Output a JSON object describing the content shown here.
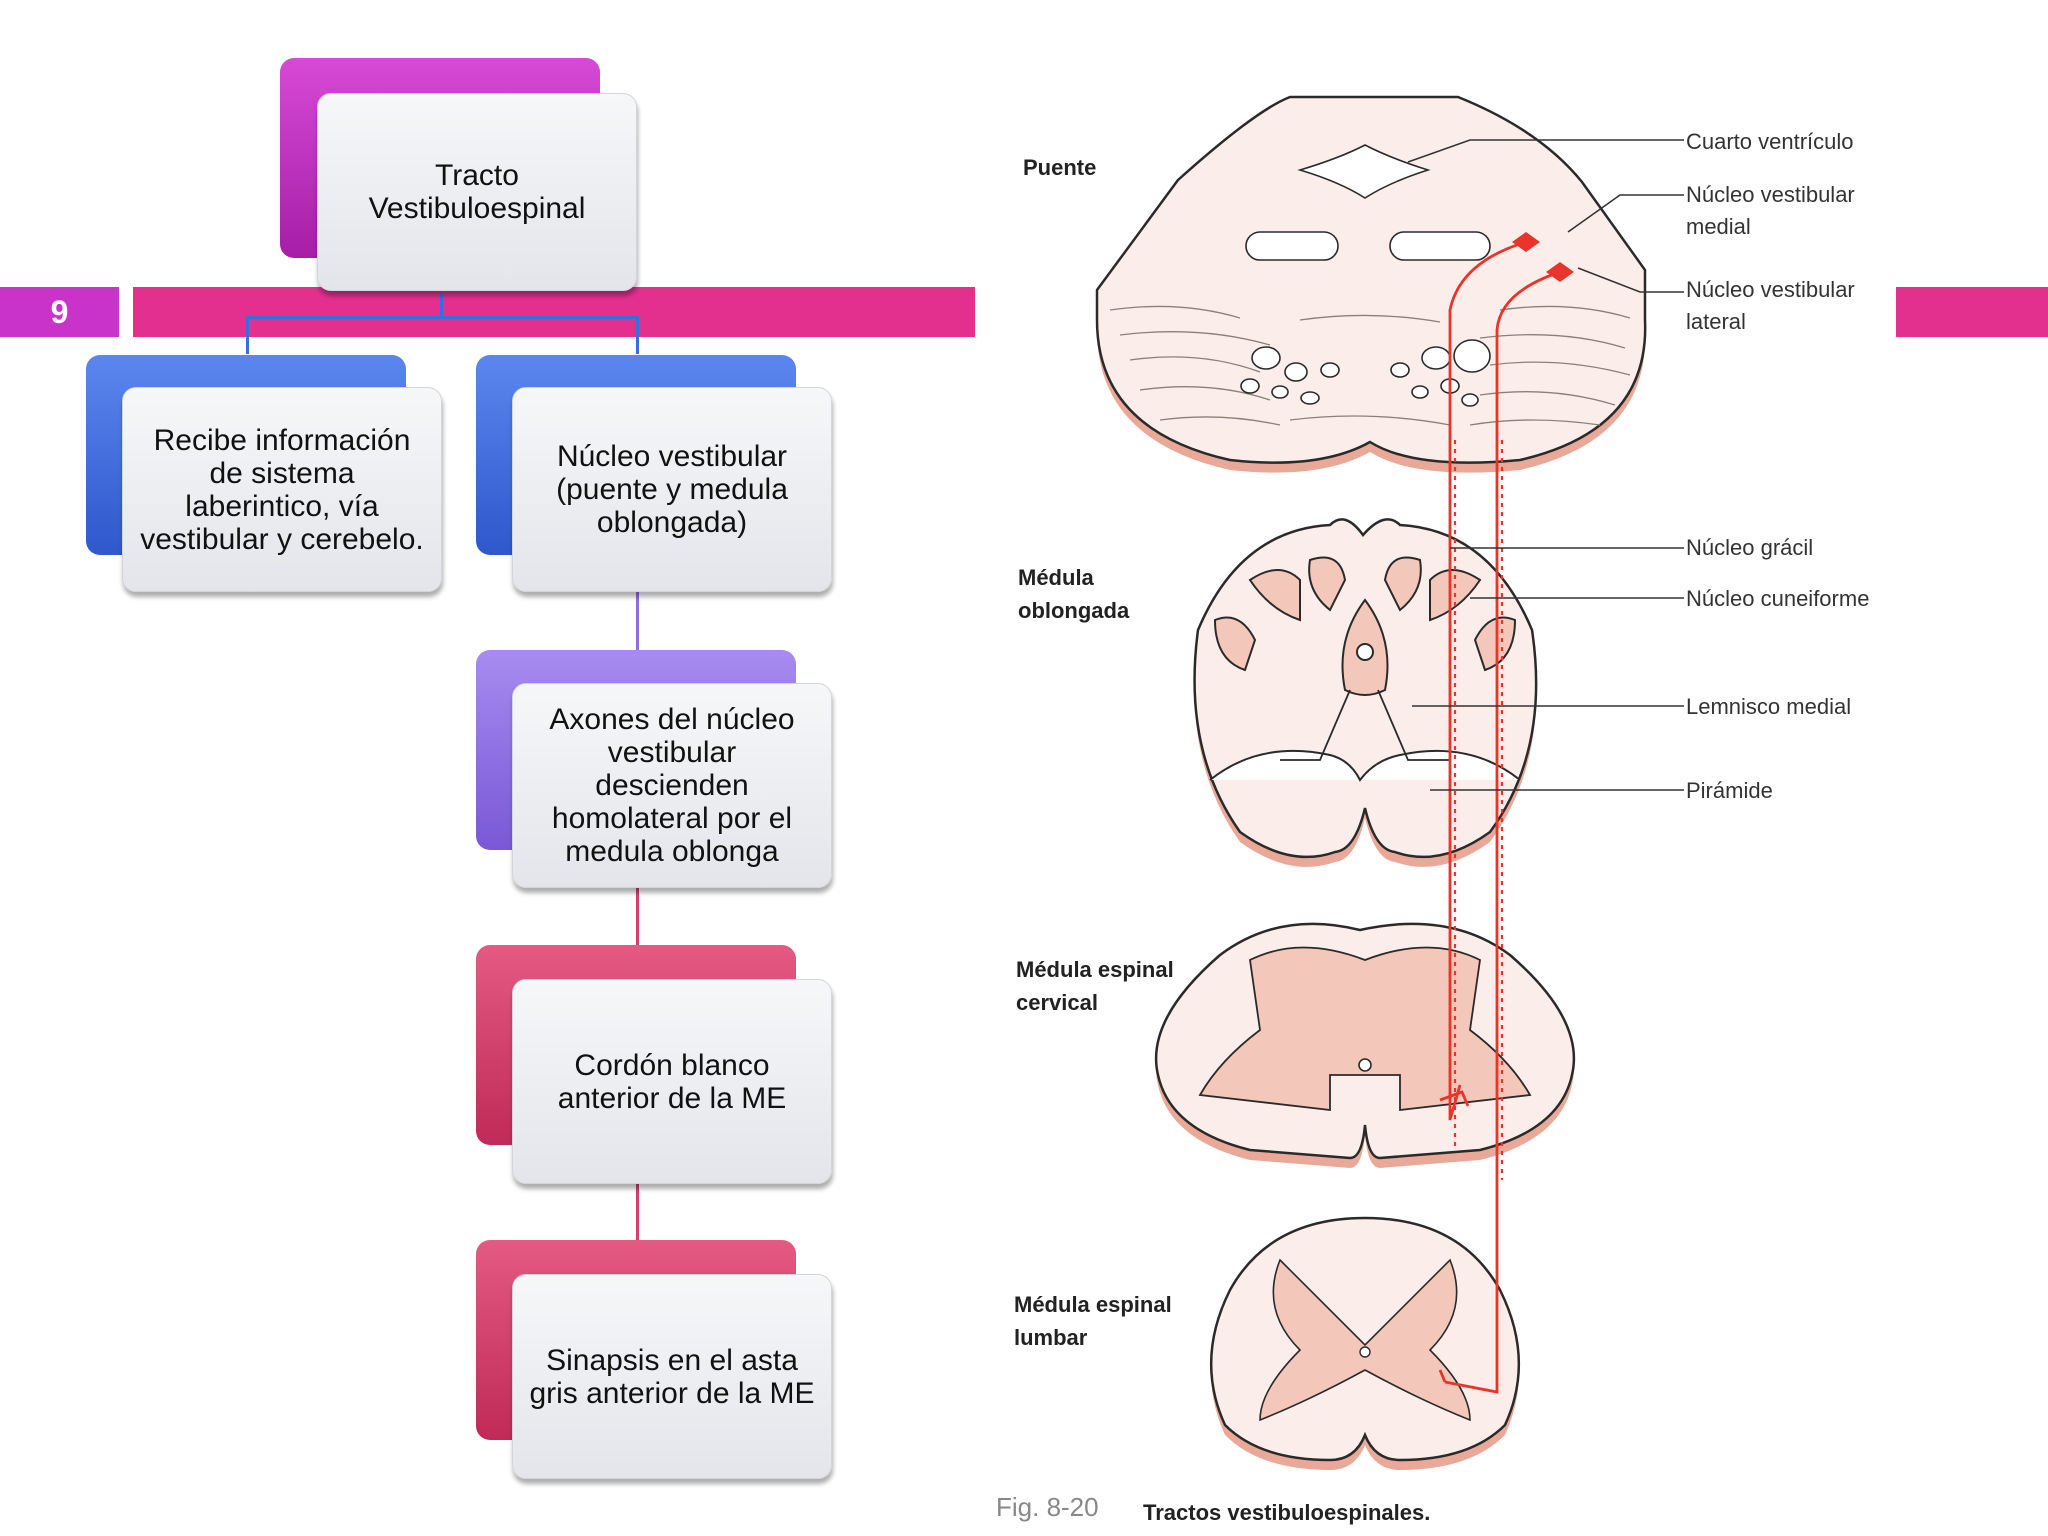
{
  "slide_number": "9",
  "colors": {
    "band": "#e32f8e",
    "slide_number_bg": "#c933c9",
    "root": "#c233c2",
    "blue": "#3c6be0",
    "purple": "#8e6ee3",
    "pink": "#d3406b",
    "tract": "#e8342a"
  },
  "flow": {
    "root": "Tracto Vestibuloespinal",
    "left": "Recibe información de sistema laberintico, vía vestibular y cerebelo.",
    "right": "Núcleo vestibular (puente y medula oblongada)",
    "step2": "Axones del núcleo vestibular descienden homolateral por el medula oblonga",
    "step3": "Cordón blanco anterior de la ME",
    "step4": "Sinapsis en el asta gris anterior de la ME"
  },
  "figure": {
    "sections": {
      "pons": "Puente",
      "medulla_line1": "Médula",
      "medulla_line2": "oblongada",
      "cervical_line1": "Médula espinal",
      "cervical_line2": "cervical",
      "lumbar_line1": "Médula espinal",
      "lumbar_line2": "lumbar"
    },
    "labels": {
      "fourth_ventricle": "Cuarto ventrículo",
      "medial_line1": "Núcleo vestibular",
      "medial_line2": "medial",
      "lateral_line1": "Núcleo vestibular",
      "lateral_line2": "lateral",
      "gracile": "Núcleo grácil",
      "cuneate": "Núcleo cuneiforme",
      "lemniscus": "Lemnisco medial",
      "pyramid": "Pirámide"
    },
    "caption_number": "Fig. 8-20",
    "caption_title": "Tractos vestibuloespinales."
  }
}
